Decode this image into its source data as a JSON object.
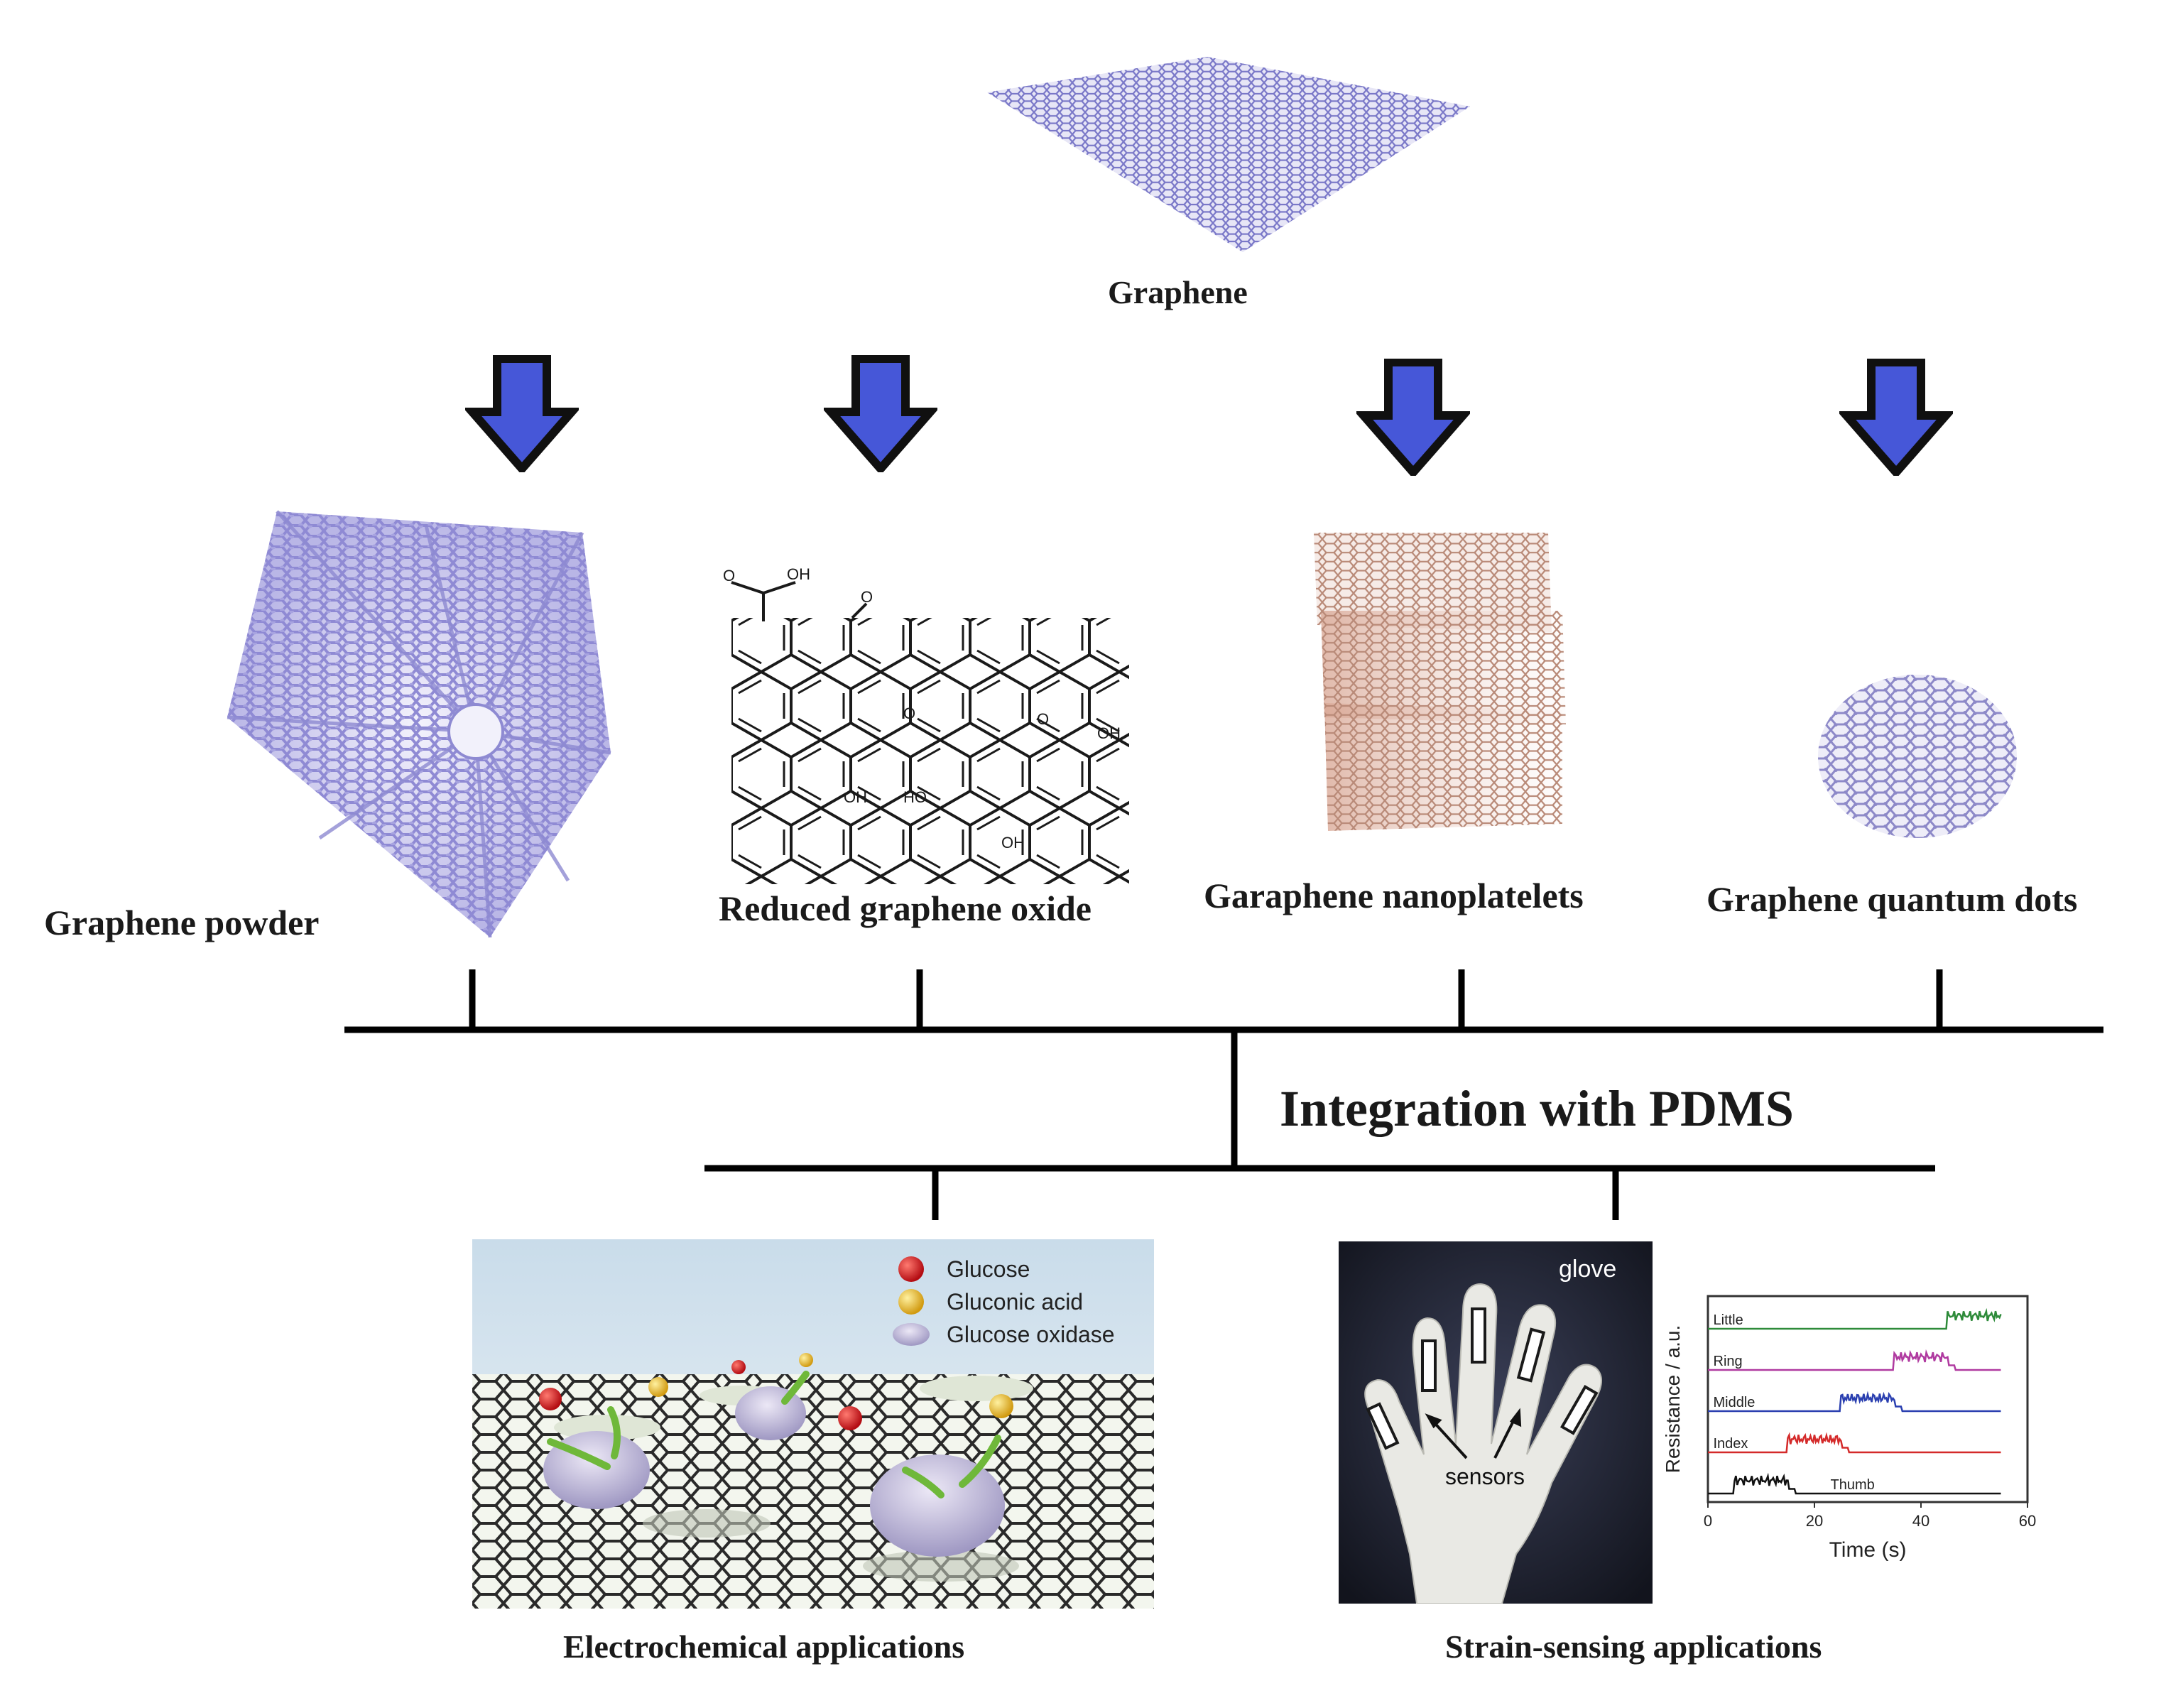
{
  "top": {
    "label": "Graphene"
  },
  "forms": [
    {
      "label": "Graphene powder"
    },
    {
      "label": "Reduced graphene oxide"
    },
    {
      "label": "Garaphene nanoplatelets"
    },
    {
      "label": "Graphene quantum dots"
    }
  ],
  "go_groups": {
    "cooh_o": "O",
    "cooh_h": "OH",
    "epoxy1": "O",
    "epoxy2": "O",
    "epoxy3": "O",
    "oh1": "OH",
    "oh2": "OH",
    "ho": "HO",
    "oh3": "OH"
  },
  "integration": {
    "label": "Integration with PDMS"
  },
  "applications": {
    "electrochemical": {
      "label": "Electrochemical applications",
      "legend": [
        "Glucose",
        "Gluconic acid",
        "Glucose oxidase"
      ],
      "legend_colors": [
        "#d8141a",
        "#e6b81a",
        "#c5bfdb"
      ]
    },
    "strain": {
      "label": "Strain-sensing applications",
      "glove_label": "glove",
      "sensors_label": "sensors"
    }
  },
  "chart_data": {
    "type": "line",
    "xlabel": "Time (s)",
    "ylabel": "Resistance / a.u.",
    "xlim": [
      0,
      60
    ],
    "xticks": [
      0,
      20,
      40,
      60
    ],
    "series": [
      {
        "name": "Little",
        "color": "#2e8b3a",
        "active": [
          45,
          58
        ]
      },
      {
        "name": "Ring",
        "color": "#b03aa0",
        "active": [
          35,
          45
        ]
      },
      {
        "name": "Middle",
        "color": "#2a3fb0",
        "active": [
          25,
          35
        ]
      },
      {
        "name": "Index",
        "color": "#d42a2a",
        "active": [
          15,
          25
        ]
      },
      {
        "name": "Thumb",
        "color": "#111111",
        "active": [
          5,
          15
        ]
      }
    ]
  }
}
